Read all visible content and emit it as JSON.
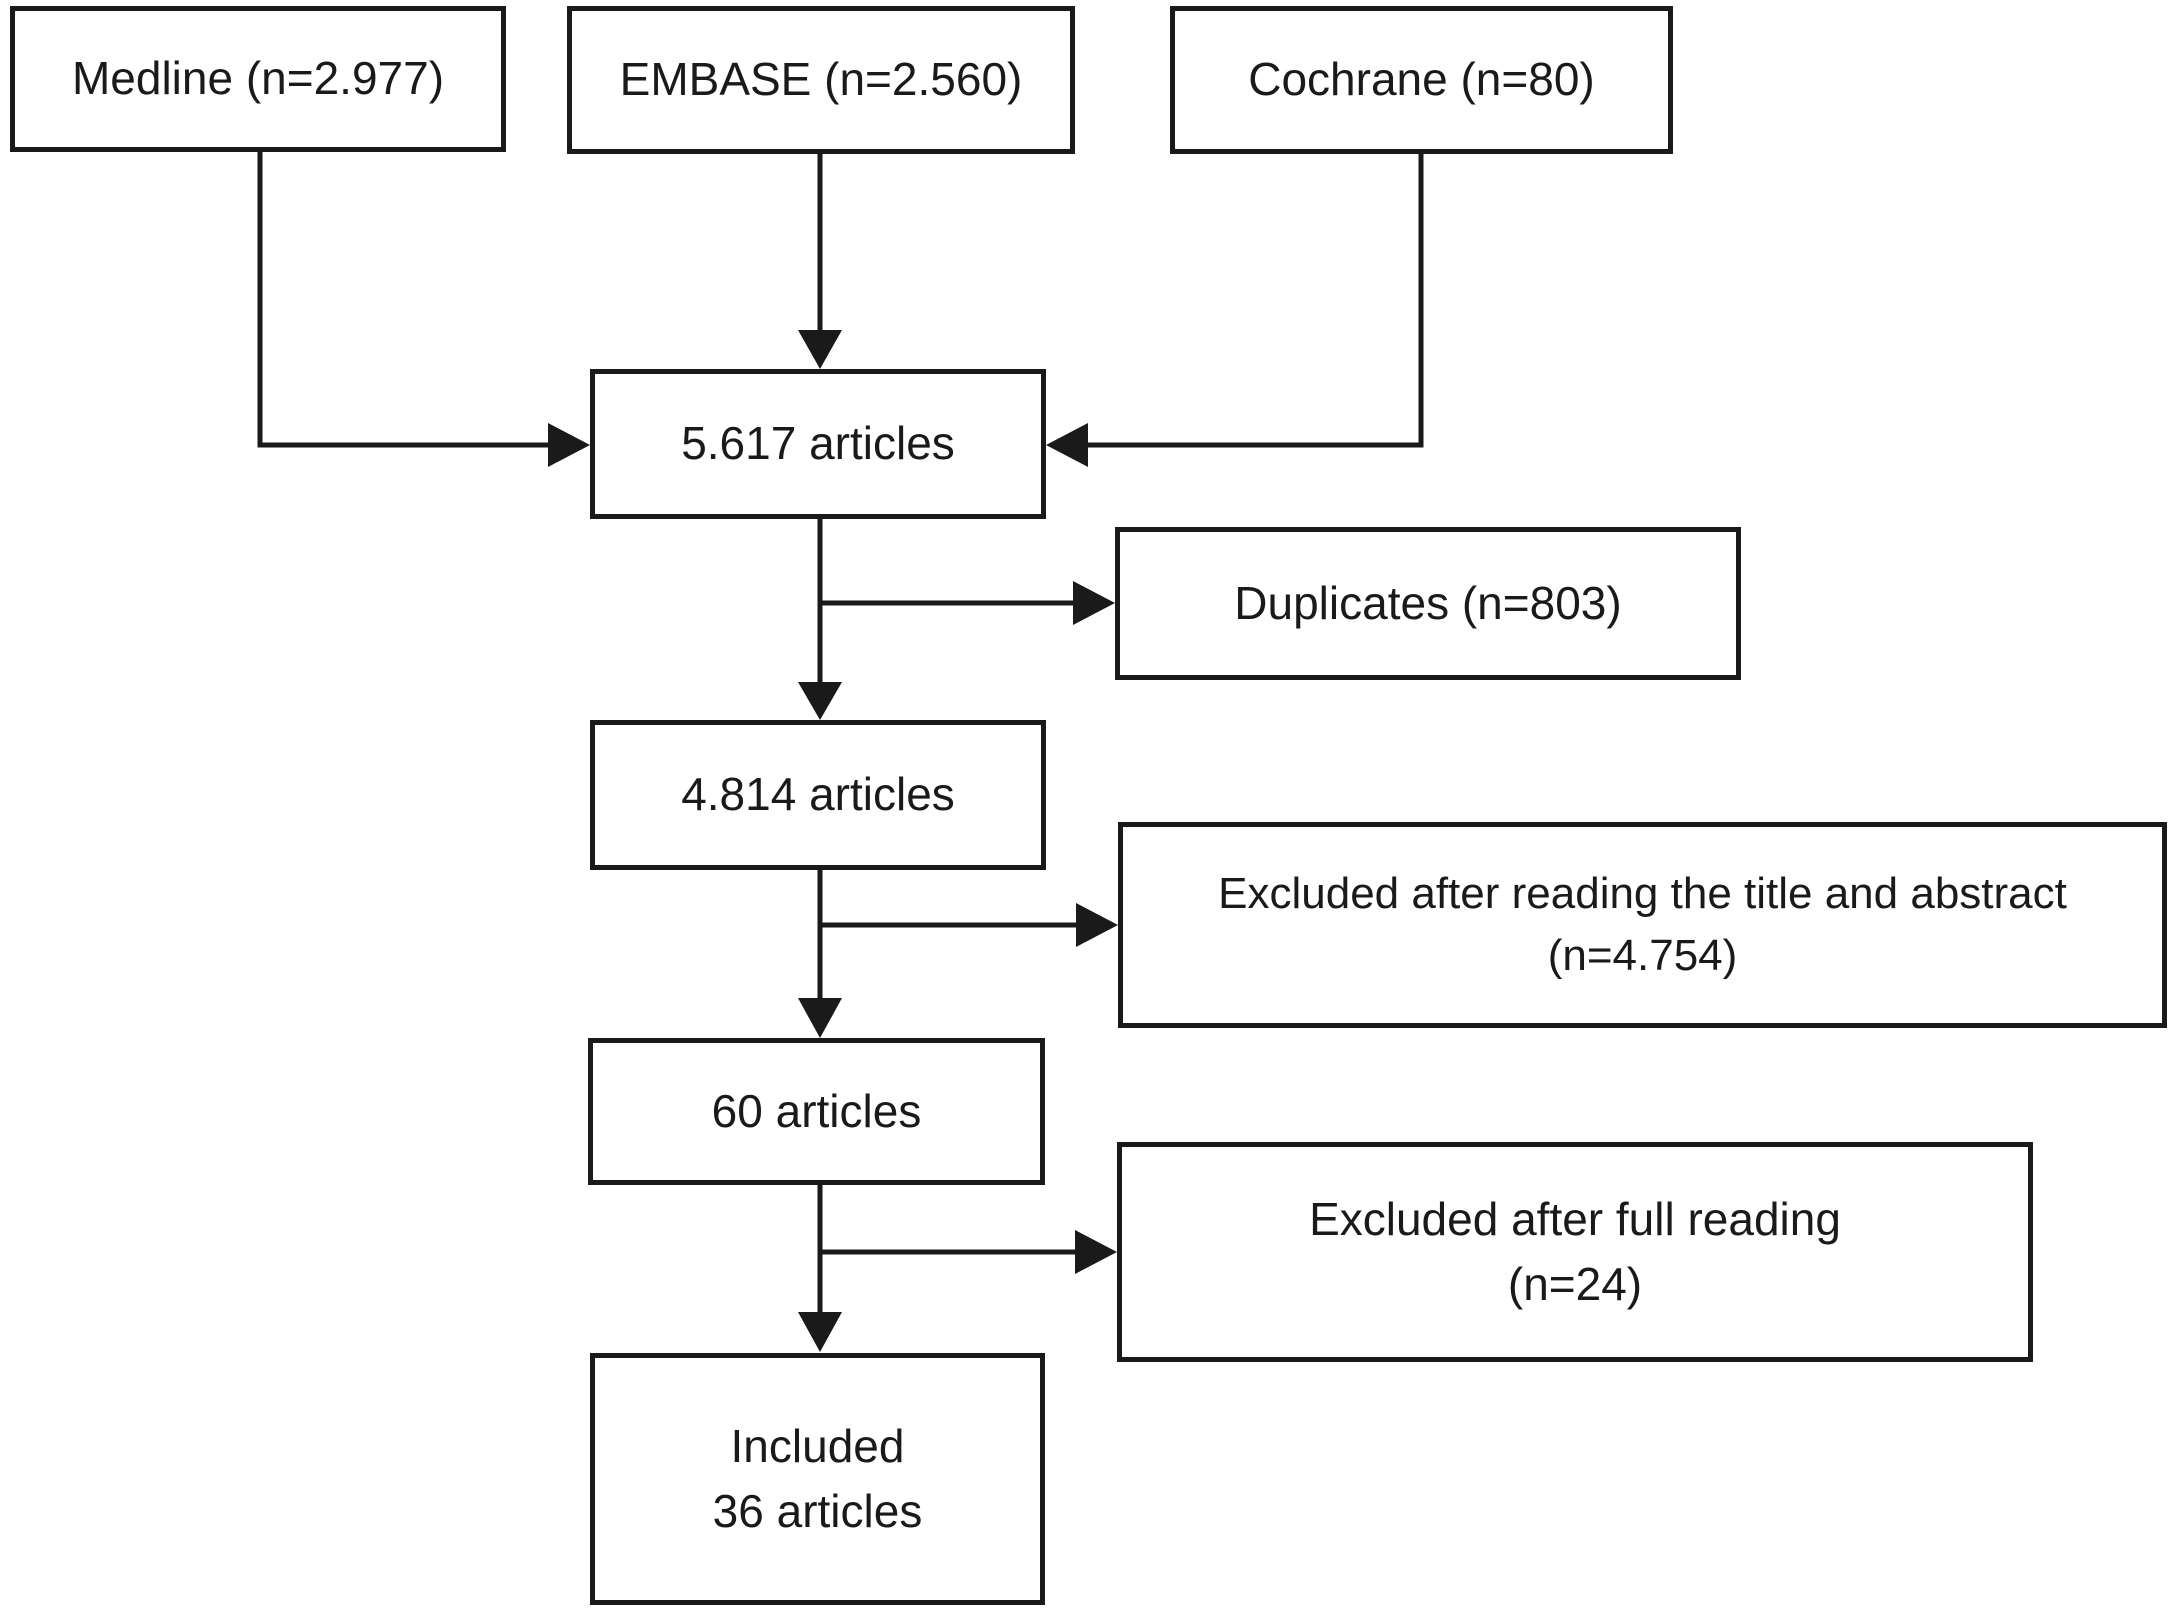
{
  "flowchart": {
    "nodes": {
      "medline": {
        "label": "Medline (n=2.977)"
      },
      "embase": {
        "label": "EMBASE (n=2.560)"
      },
      "cochrane": {
        "label": "Cochrane (n=80)"
      },
      "pooled": {
        "label": "5.617 articles"
      },
      "duplicates": {
        "label": "Duplicates (n=803)"
      },
      "screened": {
        "label": "4.814 articles"
      },
      "excluded_title_abstract": {
        "line1": "Excluded after reading the title and abstract",
        "line2": "(n=4.754)"
      },
      "full_text": {
        "label": "60 articles"
      },
      "excluded_full_reading": {
        "line1": "Excluded after full reading",
        "line2": "(n=24)"
      },
      "included": {
        "line1": "Included",
        "line2": "36 articles"
      }
    },
    "edges": [
      {
        "from": "medline",
        "to": "pooled"
      },
      {
        "from": "embase",
        "to": "pooled"
      },
      {
        "from": "cochrane",
        "to": "pooled"
      },
      {
        "from": "pooled",
        "to": "duplicates"
      },
      {
        "from": "pooled",
        "to": "screened"
      },
      {
        "from": "screened",
        "to": "excluded_title_abstract"
      },
      {
        "from": "screened",
        "to": "full_text"
      },
      {
        "from": "full_text",
        "to": "excluded_full_reading"
      },
      {
        "from": "full_text",
        "to": "included"
      }
    ],
    "colors": {
      "background": "#ffffff",
      "box_fill": "#ffffff",
      "box_border": "#1a1a1a",
      "text": "#1a1a1a",
      "arrow": "#1a1a1a"
    }
  }
}
